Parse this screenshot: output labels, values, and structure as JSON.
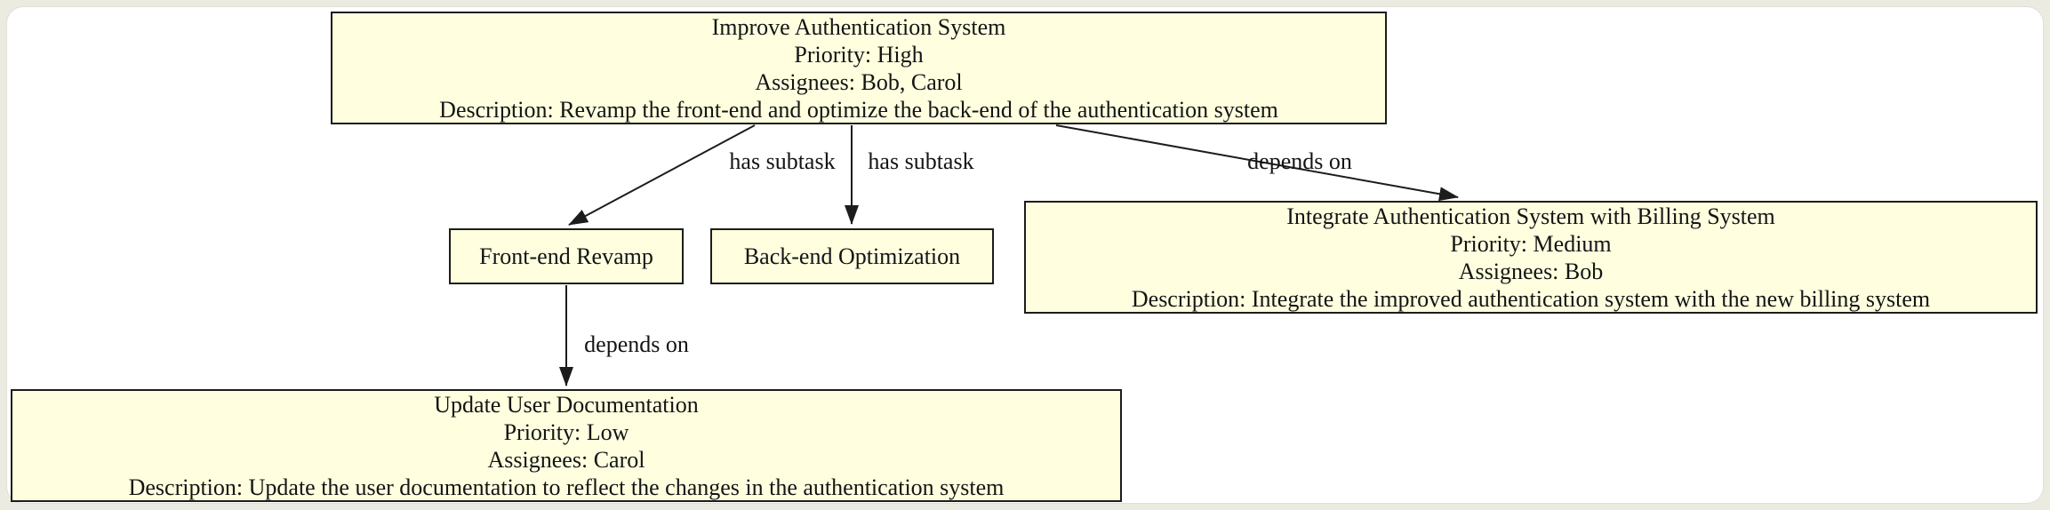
{
  "diagram": {
    "nodes": {
      "improve_auth": {
        "title": "Improve Authentication System",
        "priority": "Priority: High",
        "assignees": "Assignees: Bob, Carol",
        "description": "Description: Revamp the front-end and optimize the back-end of the authentication system"
      },
      "frontend": {
        "title": "Front-end Revamp"
      },
      "backend": {
        "title": "Back-end Optimization"
      },
      "integrate": {
        "title": "Integrate Authentication System with Billing System",
        "priority": "Priority: Medium",
        "assignees": "Assignees: Bob",
        "description": "Description: Integrate the improved authentication system with the new billing system"
      },
      "update_docs": {
        "title": "Update User Documentation",
        "priority": "Priority: Low",
        "assignees": "Assignees: Carol",
        "description": "Description: Update the user documentation to reflect the changes in the authentication system"
      }
    },
    "edges": {
      "improve_to_frontend": {
        "label": "has subtask"
      },
      "improve_to_backend": {
        "label": "has subtask"
      },
      "improve_to_integrate": {
        "label": "depends on"
      },
      "frontend_to_docs": {
        "label": "depends on"
      }
    },
    "colors": {
      "node_fill": "#FFFFE0",
      "node_border": "#1c1c1c",
      "edge_stroke": "#1c1c1c",
      "canvas_bg": "#FFFFFF",
      "page_bg": "#EBEBE2"
    }
  }
}
